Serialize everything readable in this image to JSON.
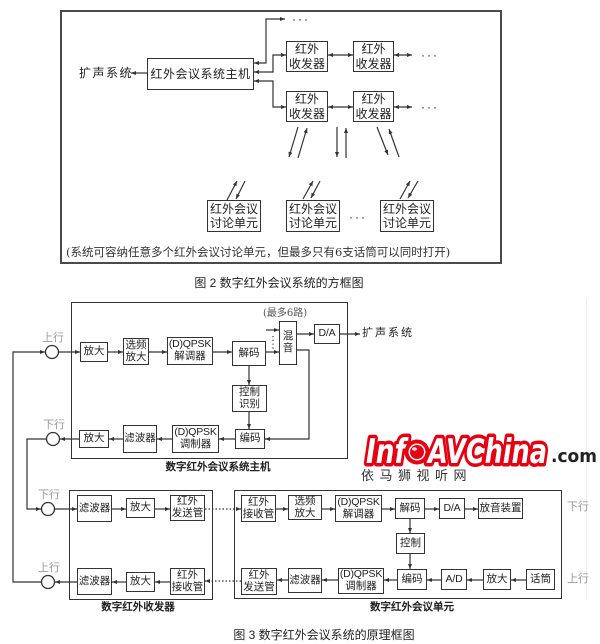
{
  "figure2": {
    "caption": "图 2 数字红外会议系统的方框图",
    "pa_system_label": "扩声系统",
    "host_label": "红外会议系统主机",
    "transceivers": [
      {
        "line1": "红外",
        "line2": "收发器"
      },
      {
        "line1": "红外",
        "line2": "收发器"
      },
      {
        "line1": "红外",
        "line2": "收发器"
      },
      {
        "line1": "红外",
        "line2": "收发器"
      }
    ],
    "units": [
      {
        "line1": "红外会议",
        "line2": "讨论单元"
      },
      {
        "line1": "红外会议",
        "line2": "讨论单元"
      },
      {
        "line1": "红外会议",
        "line2": "讨论单元"
      }
    ],
    "ellipsis": "···",
    "note": "(系统可容纳任意多个红外会议讨论单元，但最多只有6支话筒可以同时打开)"
  },
  "figure3": {
    "caption": "图 3 数字红外会议系统的原理框图",
    "host": {
      "title": "数字红外会议系统主机",
      "uplink": "上行",
      "downlink": "下行",
      "max_channels_note": "(最多6路)",
      "output_label": "扩声系统",
      "amp_in": "放大",
      "selective_amp": [
        "选频",
        "放大"
      ],
      "demodulator": [
        "(D)QPSK",
        "解调器"
      ],
      "decoder": "解码",
      "mixer": [
        "混",
        "音"
      ],
      "dac": "D/A",
      "control_id": [
        "控制",
        "识别"
      ],
      "encoder": "编码",
      "modulator": [
        "(D)QPSK",
        "调制器"
      ],
      "filter": "滤波器",
      "amp_out": "放大"
    },
    "transceiver": {
      "title": "数字红外收发器",
      "downlink": "下行",
      "uplink": "上行",
      "filter_tx": "滤波器",
      "amp_tx": "放大",
      "ir_emitter": [
        "红外",
        "发送管"
      ],
      "filter_rx": "滤波器",
      "amp_rx": "放大",
      "ir_receiver": [
        "红外",
        "接收管"
      ]
    },
    "unit": {
      "title": "数字红外会议单元",
      "downlink": "下行",
      "uplink": "上行",
      "ir_receiver": [
        "红外",
        "接收管"
      ],
      "selective_amp": [
        "选频",
        "放大"
      ],
      "demodulator": [
        "(D)QPSK",
        "解调器"
      ],
      "decoder": "解码",
      "dac": "D/A",
      "speaker": "放音装置",
      "control": "控制",
      "ir_emitter": [
        "红外",
        "发送管"
      ],
      "filter": "滤波器",
      "modulator": [
        "(D)QPSK",
        "调制器"
      ],
      "encoder": "编码",
      "adc": "A/D",
      "amp": "放大",
      "microphone": "话筒"
    }
  },
  "watermark": {
    "brand_left": "Inf",
    "brand_icon": "globe-icon",
    "brand_right": "AVChina",
    "domain": ".com",
    "subtitle": "依马狮视听网",
    "brand_color": "#e60012"
  },
  "colors": {
    "line": "#333333",
    "frame": "#4a4a4a",
    "muted_label": "#9a9a9a"
  }
}
